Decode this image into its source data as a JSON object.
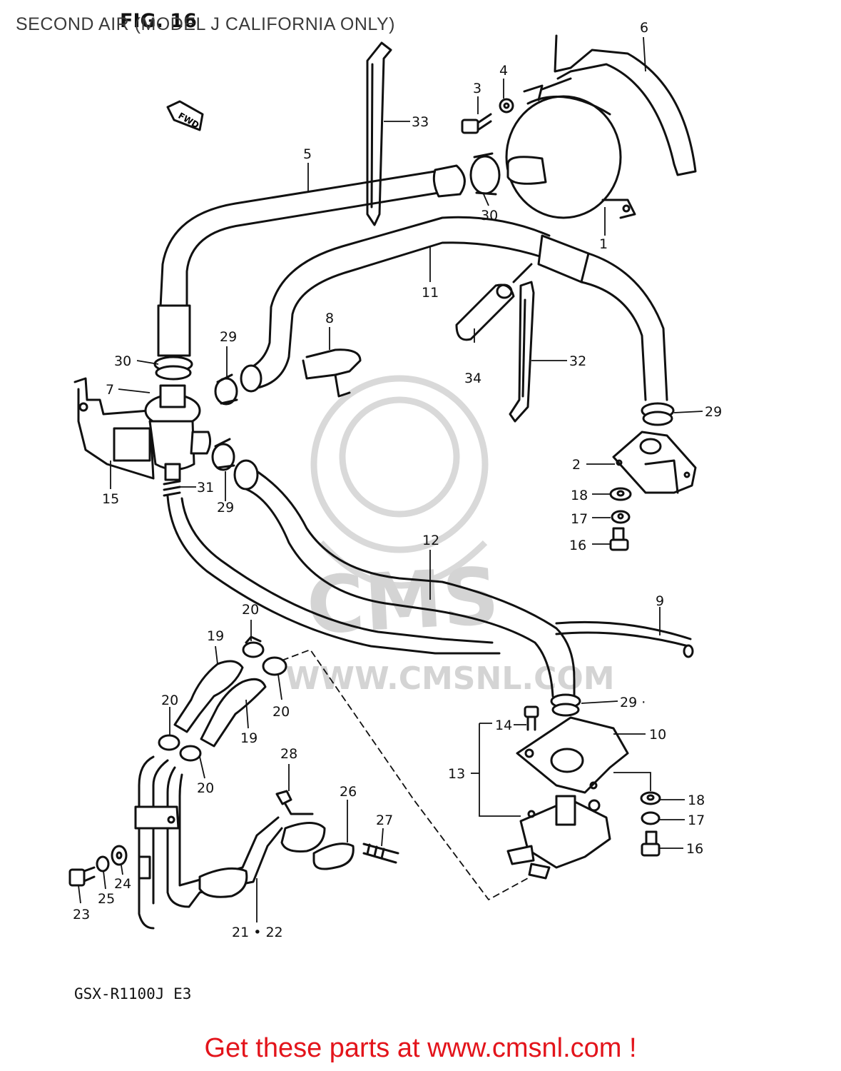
{
  "header": {
    "title": "SECOND AIR (MODEL J CALIFORNIA ONLY)",
    "figure": "FIG. 16"
  },
  "fwd_label": "FWD",
  "model_code": "GSX-R1100J E3",
  "watermark": {
    "brand": "CMS",
    "url": "WWW.CMSNL.COM"
  },
  "footer": {
    "cta": "Get these parts at www.cmsnl.com !"
  },
  "callouts": [
    {
      "id": "c1",
      "text": "1"
    },
    {
      "id": "c2",
      "text": "2"
    },
    {
      "id": "c3",
      "text": "3"
    },
    {
      "id": "c4",
      "text": "4"
    },
    {
      "id": "c5",
      "text": "5"
    },
    {
      "id": "c6",
      "text": "6"
    },
    {
      "id": "c7",
      "text": "7"
    },
    {
      "id": "c8",
      "text": "8"
    },
    {
      "id": "c9",
      "text": "9"
    },
    {
      "id": "c10",
      "text": "10"
    },
    {
      "id": "c11",
      "text": "11"
    },
    {
      "id": "c12",
      "text": "12"
    },
    {
      "id": "c13",
      "text": "13"
    },
    {
      "id": "c14",
      "text": "14"
    },
    {
      "id": "c15",
      "text": "15"
    },
    {
      "id": "c16a",
      "text": "16"
    },
    {
      "id": "c16b",
      "text": "16"
    },
    {
      "id": "c17a",
      "text": "17"
    },
    {
      "id": "c17b",
      "text": "17"
    },
    {
      "id": "c18a",
      "text": "18"
    },
    {
      "id": "c18b",
      "text": "18"
    },
    {
      "id": "c19a",
      "text": "19"
    },
    {
      "id": "c19b",
      "text": "19"
    },
    {
      "id": "c20a",
      "text": "20"
    },
    {
      "id": "c20b",
      "text": "20"
    },
    {
      "id": "c20c",
      "text": "20"
    },
    {
      "id": "c20d",
      "text": "20"
    },
    {
      "id": "c21",
      "text": "21 • 22"
    },
    {
      "id": "c23",
      "text": "23"
    },
    {
      "id": "c24",
      "text": "24"
    },
    {
      "id": "c25",
      "text": "25"
    },
    {
      "id": "c26",
      "text": "26"
    },
    {
      "id": "c27",
      "text": "27"
    },
    {
      "id": "c28",
      "text": "28"
    },
    {
      "id": "c29a",
      "text": "29"
    },
    {
      "id": "c29b",
      "text": "29"
    },
    {
      "id": "c29c",
      "text": "29"
    },
    {
      "id": "c29d",
      "text": "29 ·"
    },
    {
      "id": "c30a",
      "text": "30"
    },
    {
      "id": "c30b",
      "text": "30"
    },
    {
      "id": "c31",
      "text": "31"
    },
    {
      "id": "c32",
      "text": "32"
    },
    {
      "id": "c33",
      "text": "33"
    },
    {
      "id": "c34",
      "text": "34"
    }
  ]
}
